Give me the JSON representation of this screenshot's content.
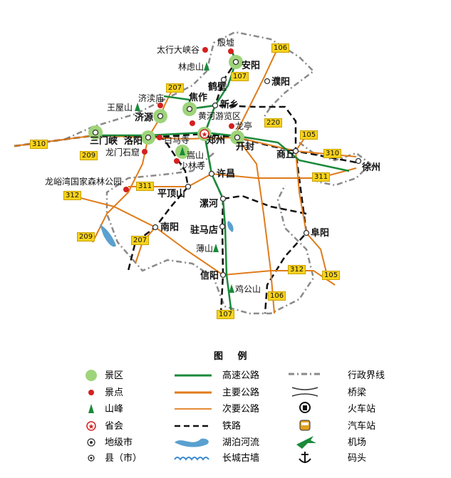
{
  "places": {
    "taihang": "太行大峡谷",
    "yinxu": "殷墟",
    "linlvshan": "林虑山",
    "anyang": "安阳",
    "hebi": "鹤壁",
    "puyang": "濮阳",
    "jidumiao": "济渎庙",
    "wangwushan": "王屋山",
    "jiaozuo": "焦作",
    "xinxiang": "新乡",
    "jiyuan": "济源",
    "huanghe": "黄河游览区",
    "longting": "龙亭",
    "sanmenxia": "三门峡",
    "luoyang": "洛阳",
    "baimasi": "白马寺",
    "zhengzhou": "郑州",
    "kaifeng": "开封",
    "shangqiu": "商丘",
    "longmen": "龙门石窟",
    "songshan": "嵩山",
    "shaolinsi": "少林寺",
    "xuzhou": "徐州",
    "xuchang": "许昌",
    "longyuwan": "龙峪湾国家森林公园",
    "pingdingshan": "平顶山",
    "luohe": "漯河",
    "nanyang": "南阳",
    "zhumadian": "驻马店",
    "fuyang": "阜阳",
    "boshan": "薄山",
    "xinyang": "信阳",
    "jigongshan": "鸡公山"
  },
  "roads": {
    "r106a": "106",
    "r107a": "107",
    "r207a": "207",
    "r220": "220",
    "r105a": "105",
    "r310a": "310",
    "r310b": "310",
    "r209a": "209",
    "r311a": "311",
    "r311b": "311",
    "r312a": "312",
    "r209b": "209",
    "r207b": "207",
    "r312b": "312",
    "r105b": "105",
    "r106b": "106",
    "r107b": "107"
  },
  "legend": {
    "title": "图 例",
    "items": [
      "景区",
      "景点",
      "山峰",
      "省会",
      "地级市",
      "县（市）",
      "高速公路",
      "主要公路",
      "次要公路",
      "铁路",
      "湖泊河流",
      "长城古墙",
      "行政界线",
      "桥梁",
      "火车站",
      "汽车站",
      "机场",
      "码头"
    ]
  },
  "colors": {
    "expressway": "#1a8a3a",
    "main_road": "#e07b1a",
    "scenic": "#9ed47a",
    "spot": "#d42020",
    "peak": "#1a8a3a",
    "lake": "#5aa0d0",
    "badge": "#f7d21c"
  }
}
